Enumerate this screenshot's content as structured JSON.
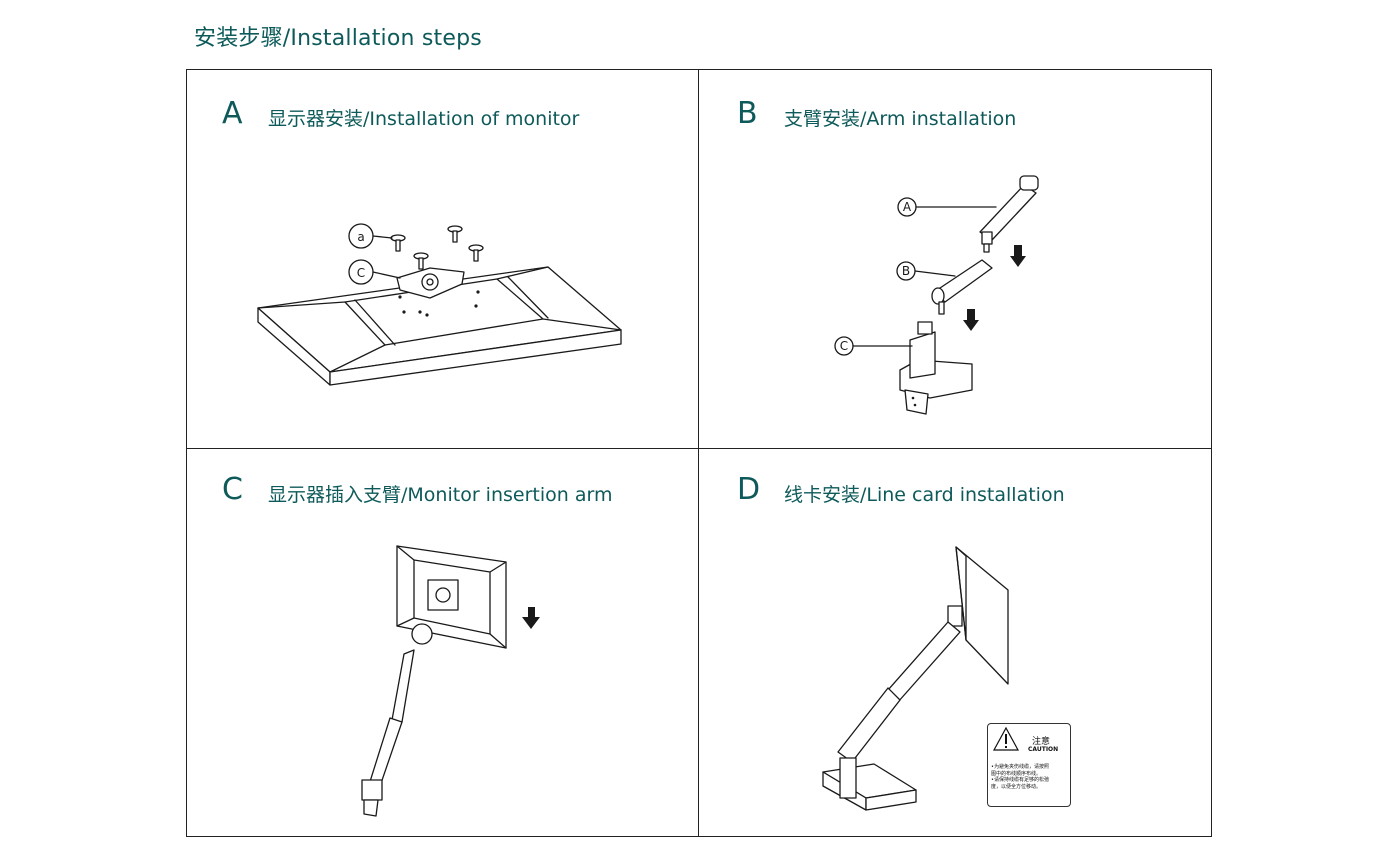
{
  "page": {
    "title": "安装步骤/Installation steps"
  },
  "steps": [
    {
      "letter": "A",
      "title": "显示器安装/Installation of monitor",
      "callouts": [
        "a",
        "C"
      ]
    },
    {
      "letter": "B",
      "title": "支臂安装/Arm installation",
      "callouts": [
        "A",
        "B",
        "C"
      ]
    },
    {
      "letter": "C",
      "title": "显示器插入支臂/Monitor insertion arm"
    },
    {
      "letter": "D",
      "title": "线卡安装/Line card installation"
    }
  ],
  "caution": {
    "title": "注意",
    "title_en": "CAUTION",
    "lines": [
      "•为避免夹伤线缆，请按照",
      "图中的布线顺序布线。",
      "•请保持线缆有足够的松弛",
      "度，以便全方位移动。"
    ]
  },
  "icons": [
    "down-arrow-icon",
    "warning-triangle-icon"
  ]
}
